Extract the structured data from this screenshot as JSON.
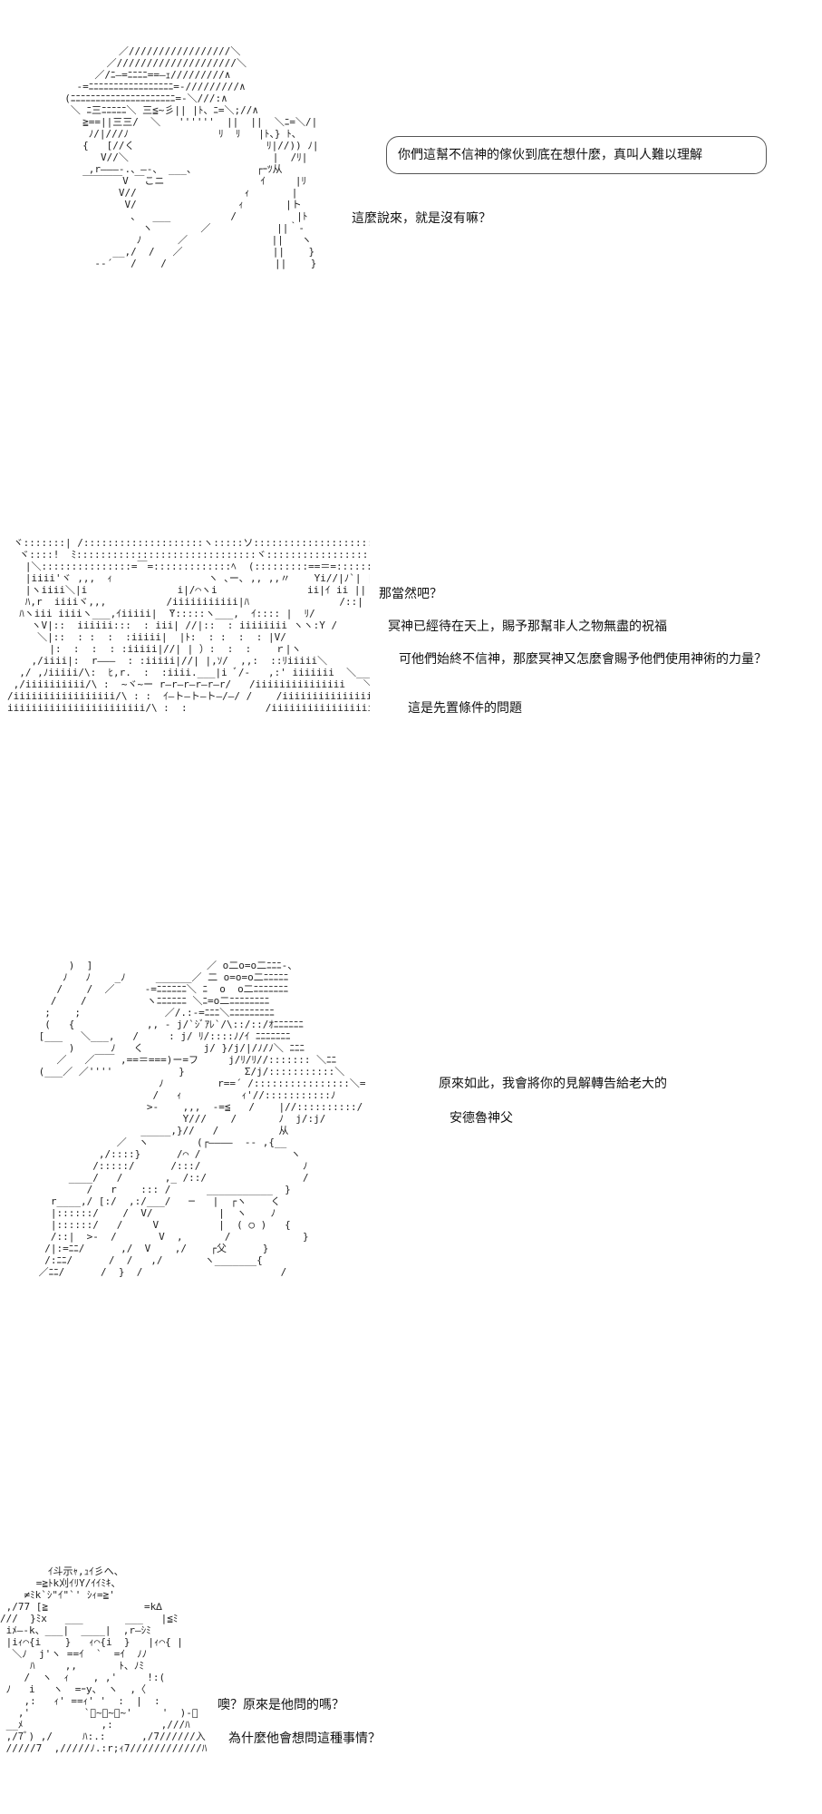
{
  "panels": [
    {
      "id": "panel-1",
      "bubble": "你們這幫不信神的傢伙到底在想什麼，真叫人難以理解",
      "lines": [
        "這麼說來，就是沒有嘛？"
      ]
    },
    {
      "id": "panel-2",
      "lines": [
        "那當然吧？",
        "冥神已經待在天上，賜予那幫非人之物無盡的祝福",
        "可他們始終不信神，那麼冥神又怎麼會賜予他們使用神術的力量？",
        "這是先置條件的問題"
      ]
    },
    {
      "id": "panel-3",
      "lines": [
        "原來如此，我會將你的見解轉告給老大的",
        "安德魯神父"
      ]
    },
    {
      "id": "panel-4",
      "lines": [
        "噢？原來是他問的嗎？",
        "為什麼他會想問這種事情？"
      ]
    }
  ]
}
